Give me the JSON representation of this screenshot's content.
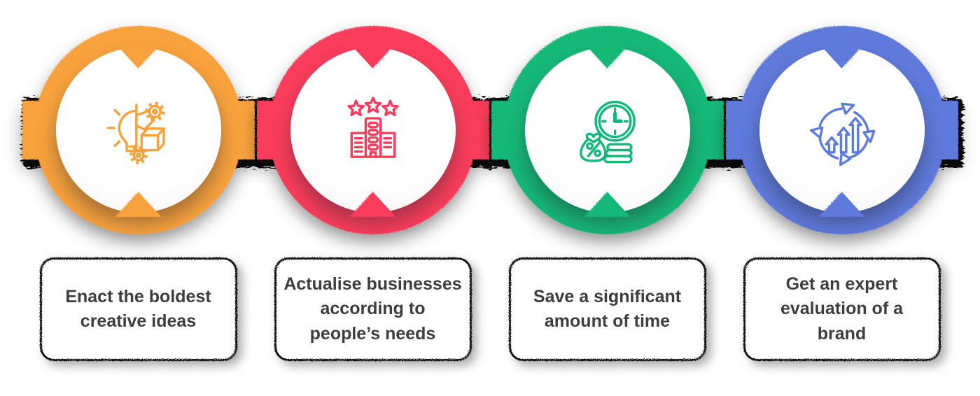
{
  "connector_color": "#0c0c0c",
  "card": {
    "background": "#ffffff",
    "border_color": "#161616",
    "text_color": "#3e3e3e"
  },
  "steps": [
    {
      "accent": "#F8A23C",
      "icon": "idea-gears-icon",
      "label": "Enact the boldest creative ideas",
      "lines": [
        "Enact the boldest",
        "creative ideas"
      ]
    },
    {
      "accent": "#FA3C5C",
      "icon": "star-rated-business-icon",
      "label": "Actualise businesses according to people’s needs",
      "lines": [
        "Actualise businesses",
        "according to",
        "people’s needs"
      ]
    },
    {
      "accent": "#12B878",
      "icon": "time-money-icon",
      "label": "Save a significant amount of time",
      "lines": [
        "Save a significant",
        "amount of time"
      ]
    },
    {
      "accent": "#5E7ADB",
      "icon": "growth-cycle-icon",
      "label": "Get an expert evaluation of a brand",
      "lines": [
        "Get an expert",
        "evaluation of a",
        "brand"
      ]
    }
  ]
}
